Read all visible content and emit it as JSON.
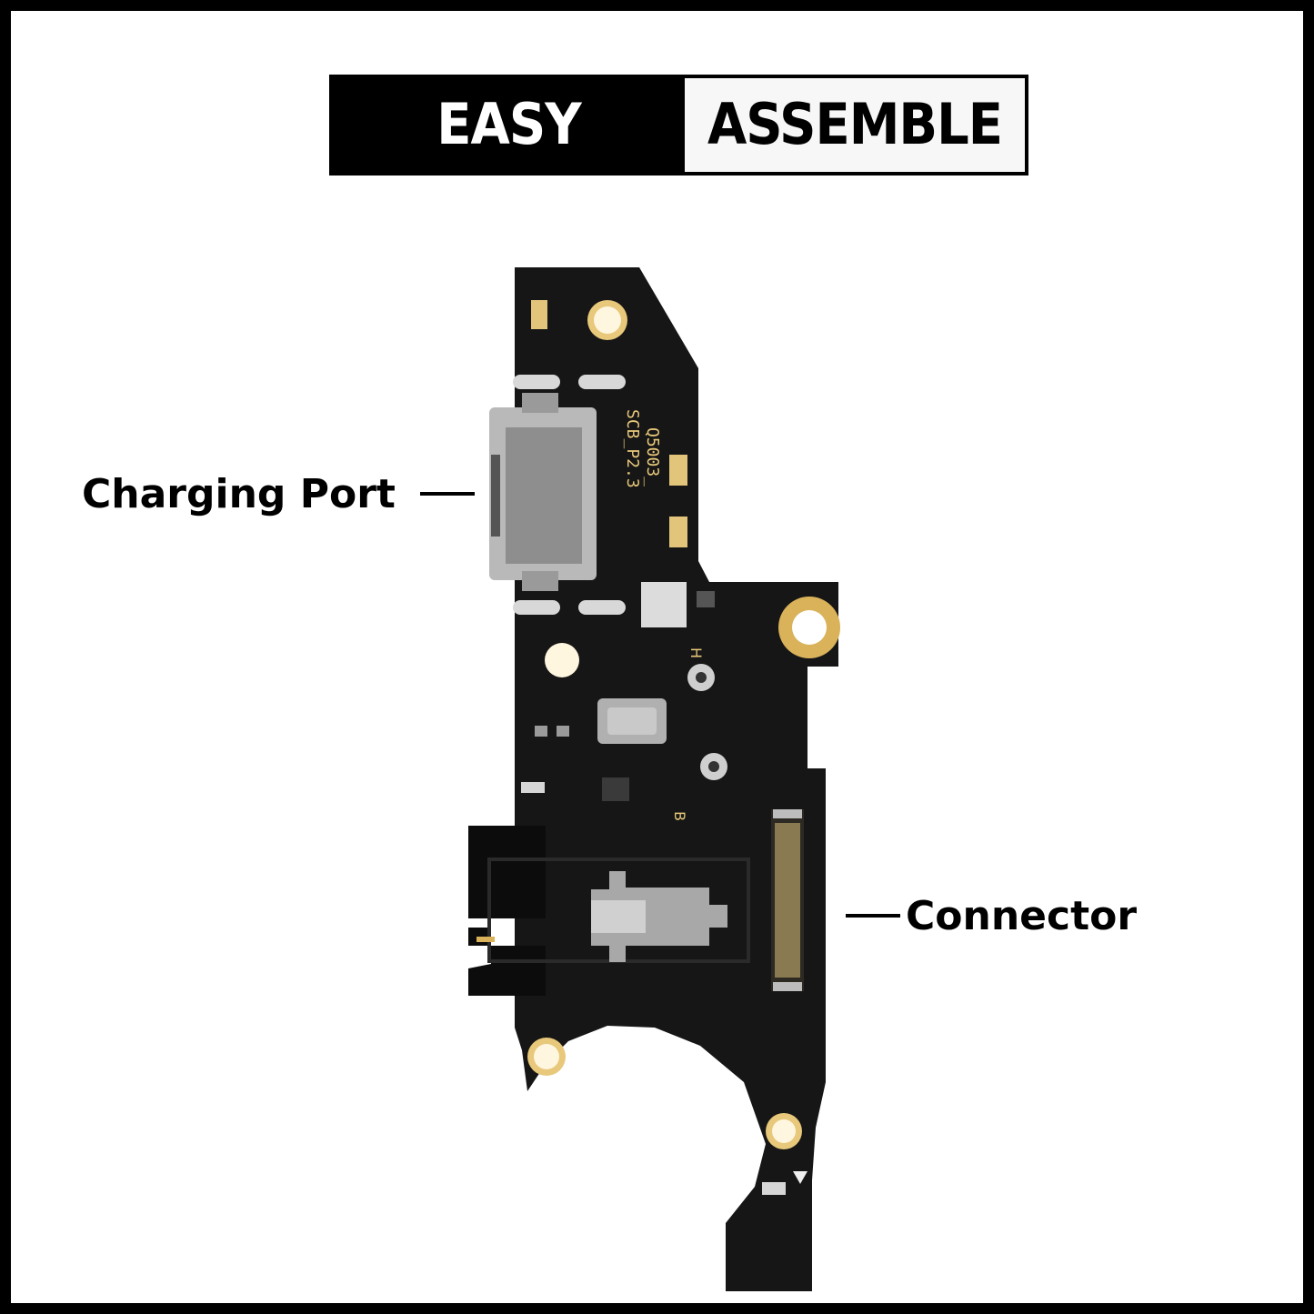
{
  "banner": {
    "left_text": "EASY",
    "right_text": "ASSEMBLE"
  },
  "callouts": {
    "charging_port": "Charging Port",
    "connector": "Connector"
  },
  "board_markings": {
    "line1": "Q5003_",
    "line2": "SCB_P2.3",
    "mark_h": "H",
    "mark_b": "B"
  },
  "colors": {
    "frame": "#000000",
    "pcb": "#161616",
    "pad_gold": "#e8c87a",
    "metal": "#b9b9b9"
  },
  "icons": [
    "pcb-board-image"
  ]
}
